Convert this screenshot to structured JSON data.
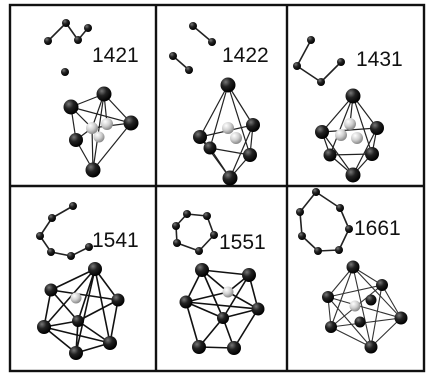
{
  "panels": [
    {
      "label": "1421"
    },
    {
      "label": "1422"
    },
    {
      "label": "1431"
    },
    {
      "label": "1541"
    },
    {
      "label": "1551"
    },
    {
      "label": "1661"
    }
  ],
  "colors": {
    "border": "#111111",
    "atom_dark": "#111111",
    "atom_light": "#d8d8d8",
    "bond": "#222222"
  }
}
